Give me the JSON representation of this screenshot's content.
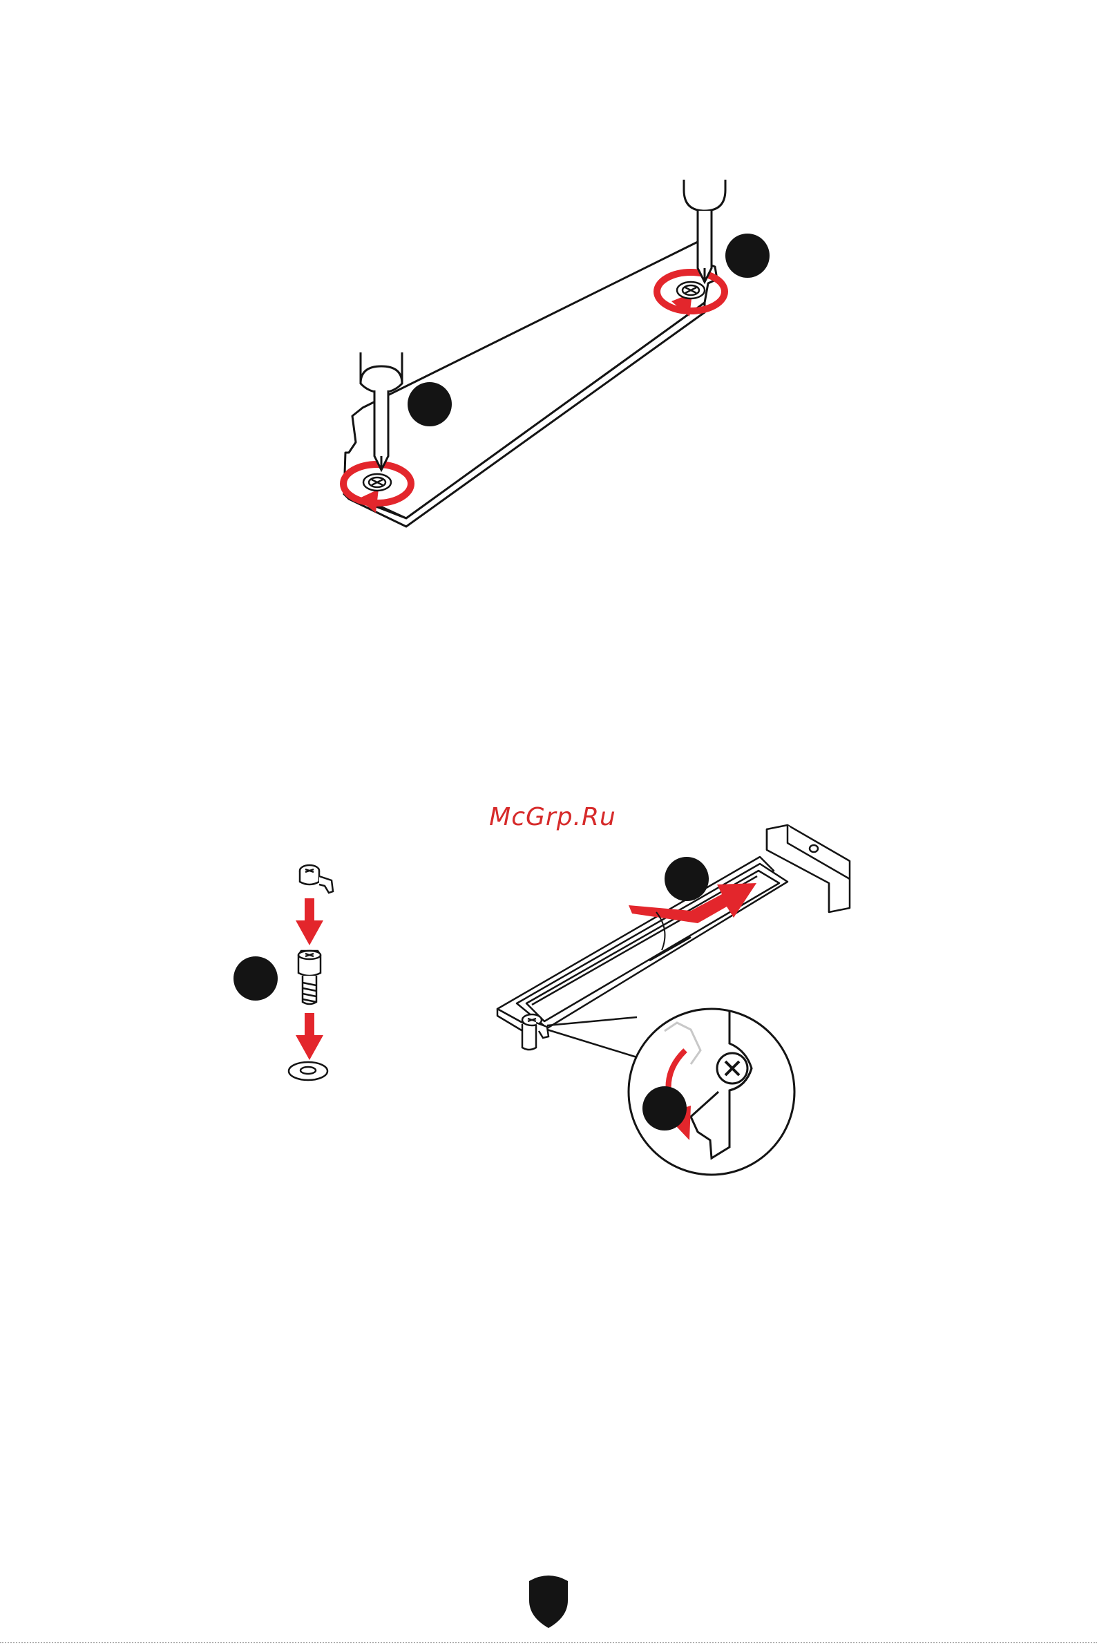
{
  "watermark": {
    "text": "McGrp.Ru",
    "color": "#d62a2a"
  },
  "colors": {
    "line": "#141414",
    "accent": "#e3262c",
    "background": "#ffffff"
  },
  "figures": [
    {
      "name": "ssd-screw-removal",
      "icons": [
        "screwdriver-icon",
        "rotation-arrow-icon",
        "step-marker-icon"
      ]
    },
    {
      "name": "m2-standoff-install",
      "icons": [
        "screw-icon",
        "standoff-icon",
        "washer-icon",
        "down-arrow-icon",
        "step-marker-icon"
      ]
    },
    {
      "name": "m2-ssd-insert",
      "icons": [
        "m2-slot-icon",
        "insert-arrow-icon",
        "latch-icon",
        "step-marker-icon"
      ]
    }
  ],
  "logo": {
    "name": "msi-shield-icon"
  }
}
